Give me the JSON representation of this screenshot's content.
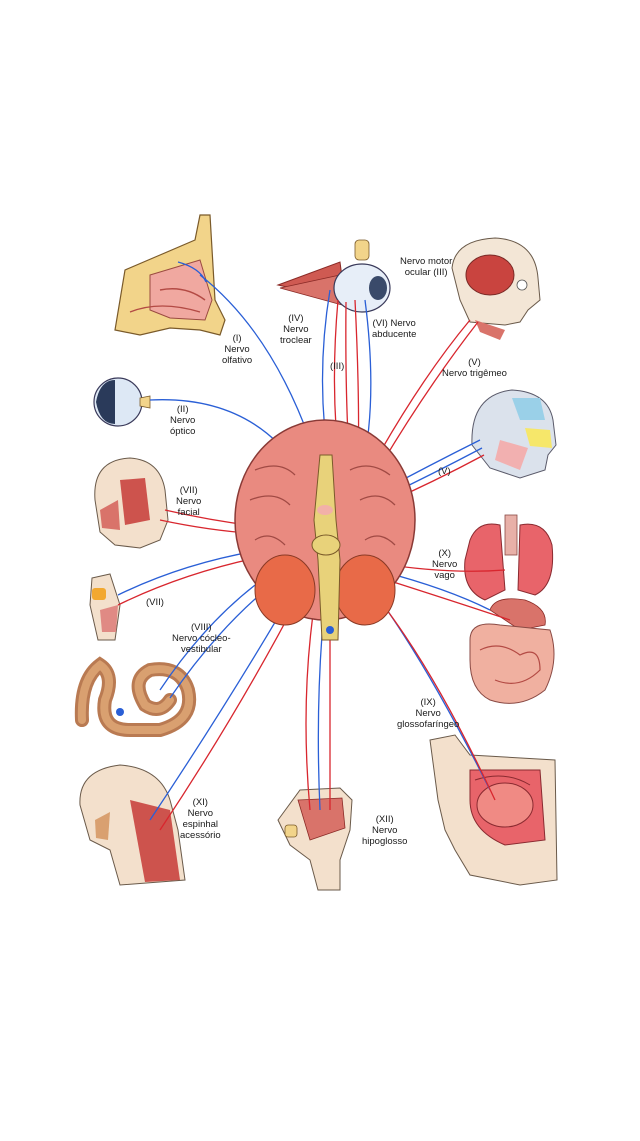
{
  "labels": {
    "olfativo": {
      "num": "(I)",
      "l1": "Nervo",
      "l2": "olfativo"
    },
    "optico": {
      "num": "(II)",
      "l1": "Nervo",
      "l2": "óptico"
    },
    "troclear": {
      "num": "(IV)",
      "l1": "Nervo",
      "l2": "troclear"
    },
    "abducente": {
      "num": "(VI) Nervo",
      "l1": "abducente"
    },
    "iii_small": {
      "num": "(III)"
    },
    "motor_ocular": {
      "l1": "Nervo motor",
      "l2": "ocular (III)"
    },
    "trigemeo": {
      "num": "(V)",
      "l1": "Nervo trigêmeo"
    },
    "v_small": {
      "num": "(V)"
    },
    "facial": {
      "num": "(VII)",
      "l1": "Nervo",
      "l2": "facial"
    },
    "vii_small": {
      "num": "(VII)"
    },
    "coclear": {
      "num": "(VIII)",
      "l1": "Nervo cócleo-",
      "l2": "vestibular"
    },
    "vago": {
      "num": "(X)",
      "l1": "Nervo",
      "l2": "vago"
    },
    "glosso": {
      "num": "(IX)",
      "l1": "Nervo",
      "l2": "glossofaríngeo"
    },
    "espinhal": {
      "num": "(XI)",
      "l1": "Nervo",
      "l2": "espinhal",
      "l3": "acessório"
    },
    "hipoglosso": {
      "num": "(XII)",
      "l1": "Nervo",
      "l2": "hipoglosso"
    }
  },
  "colors": {
    "sensory": "#2a5fd6",
    "motor": "#d8262e",
    "brain": "#e98a80",
    "brainstem": "#e8d27a",
    "cerebellum": "#e86a48",
    "skin": "#f3d9b8",
    "muscle": "#c84a48"
  },
  "illustrations": [
    "nasal-cavity-illustration",
    "eye-muscles-illustration",
    "head-muscles-illustration",
    "eyeball-illustration",
    "face-trigeminal-illustration",
    "facial-muscles-illustration",
    "throat-illustration",
    "lungs-digestive-illustration",
    "inner-ear-illustration",
    "mouth-tongue-illustration",
    "neck-muscles-illustration",
    "tongue-illustration",
    "brain-illustration"
  ]
}
